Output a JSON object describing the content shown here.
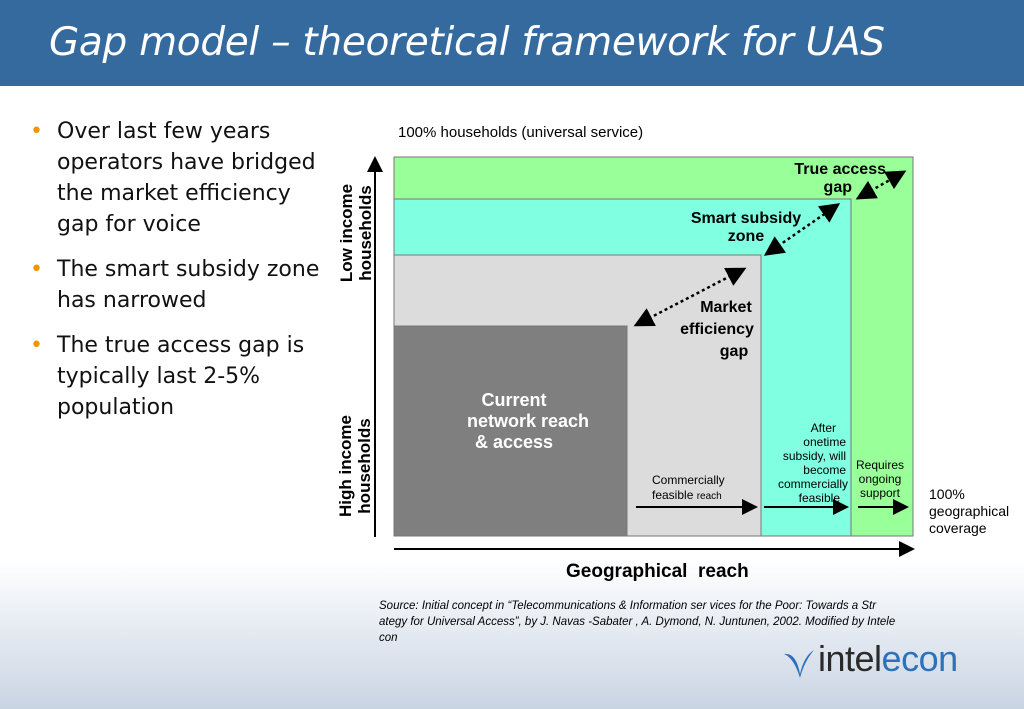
{
  "header": {
    "title": "Gap model – theoretical framework for UAS"
  },
  "bullets": [
    "Over last few years operators have bridged the market efficiency gap for voice",
    "The smart subsidy zone has narrowed",
    "The true access gap is typically last 2-5% population"
  ],
  "diagram": {
    "top_label": "100% households (universal service)",
    "y_axis_low": [
      "Low income",
      "households"
    ],
    "y_axis_high": [
      "High income",
      "households"
    ],
    "x_axis_label": "Geographical  reach",
    "right_label": [
      "100%",
      "geographical",
      "coverage"
    ],
    "zones": {
      "current": [
        "Current",
        "network reach",
        "& access"
      ],
      "market_gap": [
        "Market",
        "efficiency",
        "gap"
      ],
      "smart_subsidy": [
        "Smart subsidy",
        "zone"
      ],
      "true_access": [
        "True access",
        "gap"
      ]
    },
    "notes": {
      "commercially_feasible": [
        "Commercially",
        "feasible"
      ],
      "commercially_feasible_small": "reach",
      "after_subsidy": [
        "After",
        "onetime",
        "subsidy, will",
        "become",
        "commercially",
        "feasible"
      ],
      "requires_support": [
        "Requires",
        "ongoing",
        "support"
      ]
    },
    "colors": {
      "current": "#7f7f7f",
      "market_gap": "#dcdcdc",
      "smart_subsidy": "#80ffe1",
      "true_access": "#99ff99"
    }
  },
  "source": "Source: Initial concept in   “Telecommunications & Information ser   vices for the Poor: Towards a Str ategy for Universal Access”, by    J. Navas -Sabater , A. Dymond, N. Juntunen,  2002. Modified by Intele con",
  "logo": {
    "part1": "intel",
    "part2": "econ"
  }
}
